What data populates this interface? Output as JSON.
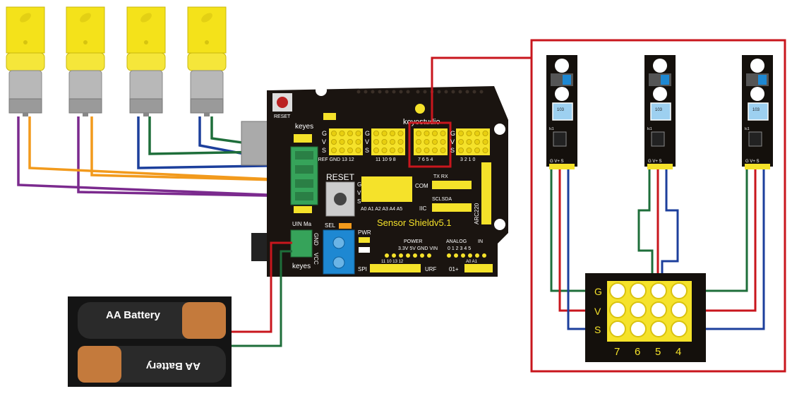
{
  "board": {
    "brand": "keyestudio",
    "brand_short": "keyes",
    "model": "Sensor Shieldv5.1",
    "reset_label": "RESET",
    "reset_small": "RESET",
    "sel_label": "SEL",
    "pwr_label": "PWR",
    "uin_label": "UIN Ma",
    "gnd_label": "GND",
    "vcc_label": "VCC",
    "aref_label": "AREF GND 13 12",
    "pins_11_8": "11 10 9 8",
    "pins_7_4": "7 6 5 4",
    "pins_3_0": "3 2 1 0",
    "analog_pins": "A0 A1 A2 A3 A4 A5",
    "com_label": "COM",
    "iic_label": "IIC",
    "txrx_label": "TX RX",
    "sclsda_label": "SCLSDA",
    "arc_label": "ARC220",
    "power_label": "POWER",
    "power_pins": "3.3V 5V GND VIN",
    "analog_label": "ANALOG",
    "in_label": "IN",
    "analog_nums": "0 1 2 3 4 5",
    "spi_label": "SPI",
    "spi_pins": "11 10 13 12",
    "urf_label": "URF",
    "a0a1_label": "A0 A1",
    "o1_label": "01+",
    "gvs_g": "G",
    "gvs_v": "V",
    "gvs_s": "S"
  },
  "sensors": {
    "pot_label": "103",
    "ic_label": "Ic1",
    "pins": "G V+ S"
  },
  "detail": {
    "row_labels": [
      "G",
      "V",
      "S"
    ],
    "col_labels": [
      "7",
      "6",
      "5",
      "4"
    ]
  },
  "battery": {
    "top_label": "AA Battery",
    "bottom_label": "AA Battery"
  },
  "colors": {
    "red": "#c8161d",
    "green": "#1e6e3a",
    "blue": "#1c3f9c",
    "orange": "#f29a1c",
    "purple": "#7b2a8e",
    "board": "#1a1410",
    "pin_yellow": "#f5e22a",
    "motor_yellow": "#f4e21a"
  }
}
